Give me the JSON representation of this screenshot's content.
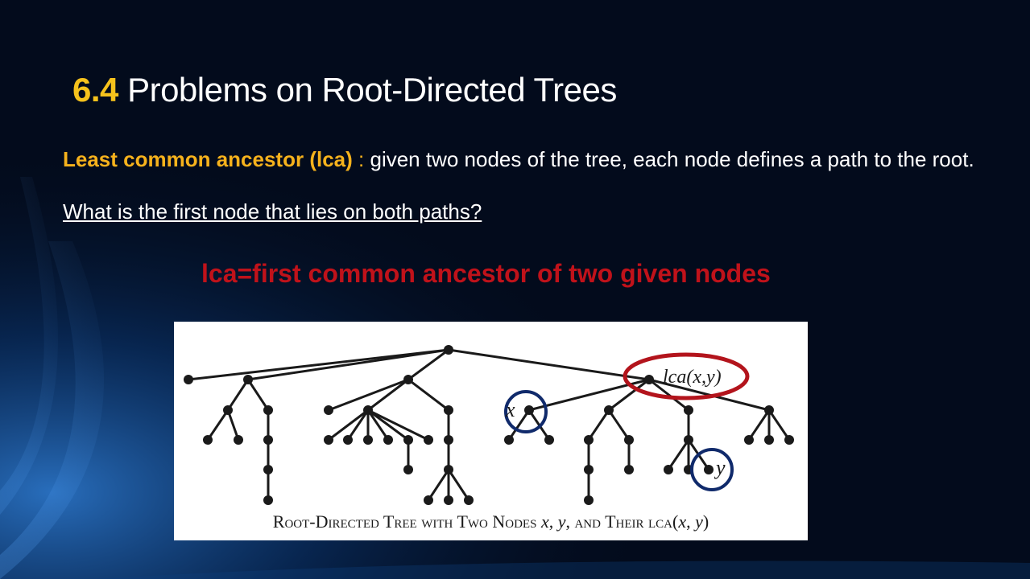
{
  "slide": {
    "title_number": "6.4",
    "title_text": "Problems on Root-Directed Trees",
    "definition_term": "Least common ancestor (lca)",
    "definition_separator": ":",
    "definition_body": "given two nodes of the tree, each node defines a path to the root.",
    "definition_question": "What is the first node that lies on both paths?",
    "highlight": "lca=first common ancestor of two given nodes"
  },
  "figure": {
    "label_lca": "lca(x,y)",
    "label_x": "x",
    "label_y": "y",
    "caption_prefix": "Root-Directed Tree with Two Nodes ",
    "caption_x": "x",
    "caption_comma1": ", ",
    "caption_y": "y",
    "caption_mid": ", and Their lca(",
    "caption_x2": "x",
    "caption_comma2": ", ",
    "caption_y2": "y",
    "caption_end": ")",
    "colors": {
      "lca_ring": "#b3141c",
      "node_ring": "#102a6b",
      "tree": "#1a1a1a"
    }
  },
  "colors": {
    "title_number": "#f6c21c",
    "term": "#f6b21c",
    "highlight": "#c0121a",
    "background": "#030b1c"
  }
}
